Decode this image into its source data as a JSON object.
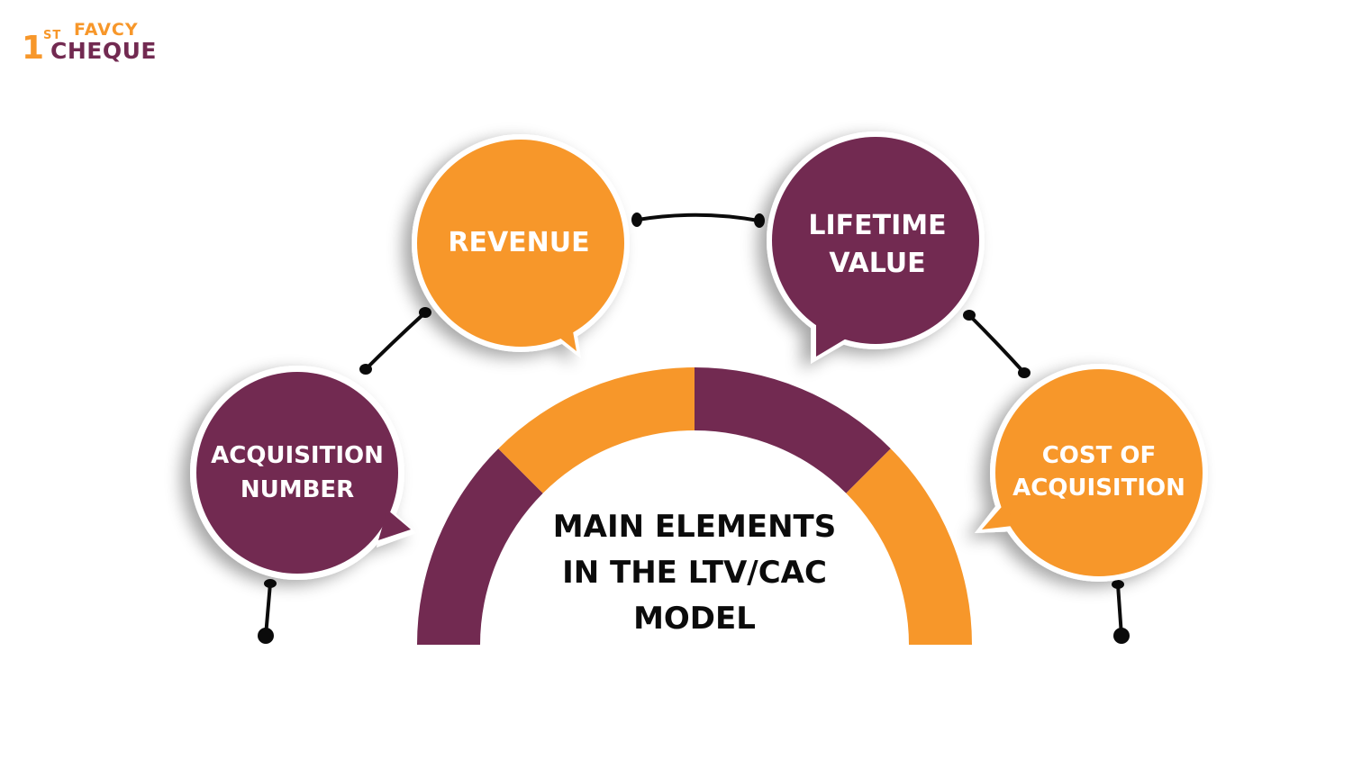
{
  "logo": {
    "one": "1",
    "st": "ST",
    "favcy": "FAVCY",
    "cheque": "CHEQUE"
  },
  "center_title": {
    "line1": "MAIN ELEMENTS",
    "line2": "IN THE LTV/CAC",
    "line3": "MODEL"
  },
  "nodes": [
    {
      "id": "acquisition-number",
      "lines": [
        "ACQUISITION",
        "NUMBER"
      ],
      "color": "#722a51"
    },
    {
      "id": "revenue",
      "lines": [
        "REVENUE"
      ],
      "color": "#f7972a"
    },
    {
      "id": "lifetime-value",
      "lines": [
        "LIFETIME",
        "VALUE"
      ],
      "color": "#722a51"
    },
    {
      "id": "cost-of-acquisition",
      "lines": [
        "COST OF",
        "ACQUISITION"
      ],
      "color": "#f7972a"
    }
  ],
  "colors": {
    "purple": "#722a51",
    "orange": "#f7972a",
    "connector": "#0b0b0b"
  }
}
